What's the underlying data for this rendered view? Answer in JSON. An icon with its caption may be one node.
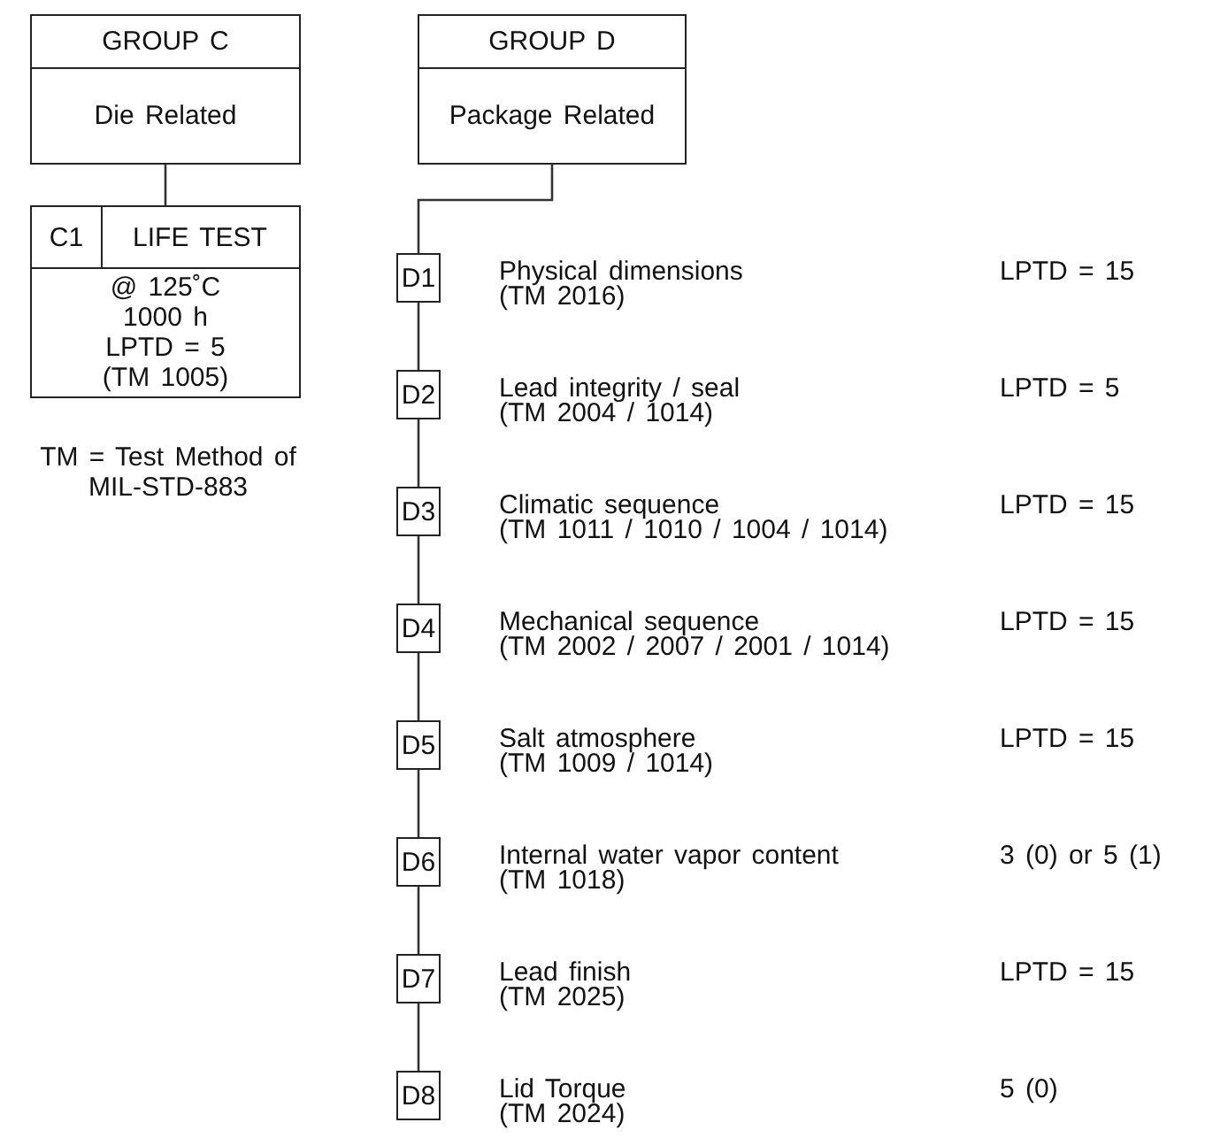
{
  "diagram": {
    "nodes": [
      {
        "text": [
          "GROUP C",
          "Die Related"
        ]
      },
      {
        "text": [
          "C1",
          "LIFE TEST",
          "@ 125˚C 1000 h LPTD = 5 (TM 1005)"
        ]
      },
      {
        "text": [
          "GROUP D",
          "Package Related"
        ]
      },
      {
        "text": [
          "D1"
        ],
        "beside": [
          "Physical dimensions",
          "(TM 2016)"
        ]
      },
      {
        "text": [
          "D2"
        ],
        "beside": [
          "Lead integrity / seal",
          "(TM 2004 / 1014)"
        ]
      },
      {
        "text": [
          "D3"
        ],
        "beside": [
          "Climatic sequence",
          "(TM 1011 / 1010 / 1004 / 1014)"
        ]
      },
      {
        "text": [
          "D4"
        ],
        "beside": [
          "Mechanical sequence",
          "(TM 2002 / 2007 / 2001 / 1014)"
        ]
      },
      {
        "text": [
          "D5"
        ],
        "beside": [
          "Salt atmosphere",
          "(TM 1009 / 1014)"
        ]
      },
      {
        "text": [
          "D6"
        ],
        "beside": [
          "Internal water vapor content",
          "(TM 1018)"
        ]
      },
      {
        "text": [
          "D7"
        ],
        "beside": [
          "Lead finish",
          "(TM 2025)"
        ]
      },
      {
        "text": [
          "D8"
        ],
        "beside": [
          "Lid Torque",
          "(TM 2024)"
        ]
      }
    ],
    "edges": [
      {
        "from": 0,
        "to": 1,
        "arrow": "none"
      },
      {
        "from": 2,
        "to": 3,
        "arrow": "none"
      },
      {
        "from": 3,
        "to": 4,
        "arrow": "none"
      },
      {
        "from": 4,
        "to": 5,
        "arrow": "none"
      },
      {
        "from": 5,
        "to": 6,
        "arrow": "none"
      },
      {
        "from": 6,
        "to": 7,
        "arrow": "none"
      },
      {
        "from": 7,
        "to": 8,
        "arrow": "none"
      },
      {
        "from": 8,
        "to": 9,
        "arrow": "none"
      },
      {
        "from": 9,
        "to": 10,
        "arrow": "none"
      }
    ],
    "labels": [
      "LPTD = 15",
      "LPTD = 5",
      "TM = Test Method of MIL-STD-883",
      "LPTD = 15",
      "LPTD = 15",
      "LPTD = 15",
      "3 (0) or 5 (1)",
      "LPTD = 15",
      "5 (0)"
    ]
  }
}
